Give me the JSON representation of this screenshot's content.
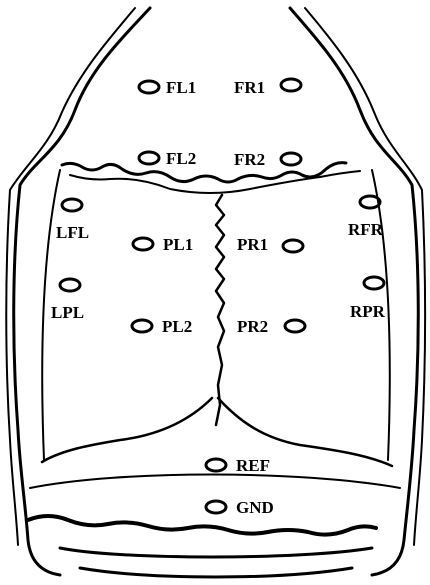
{
  "electrodes": [
    {
      "id": "fl1",
      "label": "FL1"
    },
    {
      "id": "fr1",
      "label": "FR1"
    },
    {
      "id": "fl2",
      "label": "FL2"
    },
    {
      "id": "fr2",
      "label": "FR2"
    },
    {
      "id": "lfl",
      "label": "LFL"
    },
    {
      "id": "rfr",
      "label": "RFR"
    },
    {
      "id": "pl1",
      "label": "PL1"
    },
    {
      "id": "pr1",
      "label": "PR1"
    },
    {
      "id": "lpl",
      "label": "LPL"
    },
    {
      "id": "rpr",
      "label": "RPR"
    },
    {
      "id": "pl2",
      "label": "PL2"
    },
    {
      "id": "pr2",
      "label": "PR2"
    },
    {
      "id": "ref",
      "label": "REF"
    },
    {
      "id": "gnd",
      "label": "GND"
    }
  ],
  "colors": {
    "line": "#000000",
    "background": "#ffffff"
  }
}
